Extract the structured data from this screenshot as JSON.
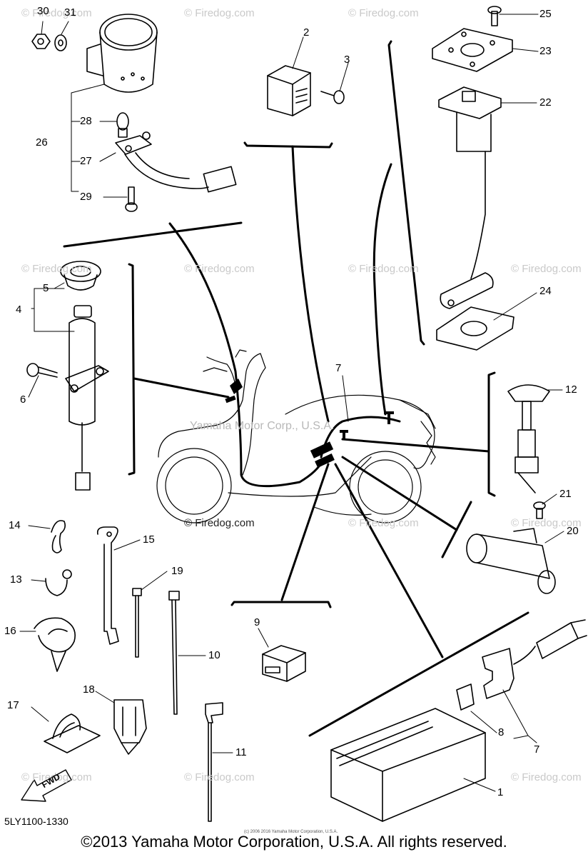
{
  "callouts": [
    "1",
    "2",
    "3",
    "4",
    "5",
    "6",
    "7",
    "7",
    "8",
    "9",
    "10",
    "11",
    "12",
    "13",
    "14",
    "15",
    "16",
    "17",
    "18",
    "19",
    "20",
    "21",
    "22",
    "23",
    "24",
    "25",
    "26",
    "27",
    "28",
    "29",
    "30",
    "31"
  ],
  "watermark": "© Firedog.com",
  "center_watermark": "Yamaha Motor Corp., U.S.A.",
  "drawing_code": "5LY1100-1330",
  "copyright": "©2013 Yamaha Motor Corporation, U.S.A. All rights reserved.",
  "tiny_copyright": "(c) 2006 2016 Yamaha Motor Corporation, U.S.A.",
  "fwd_label": "FWD",
  "colors": {
    "line": "#000000",
    "watermark": "#c9c9c9",
    "background": "#ffffff"
  }
}
